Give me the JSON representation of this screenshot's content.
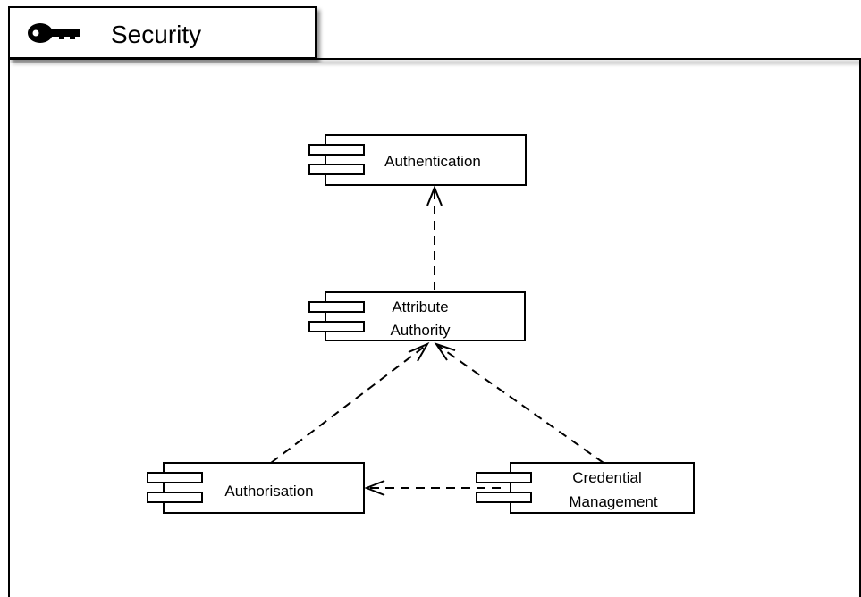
{
  "package": {
    "title": "Security",
    "icon": "key-icon"
  },
  "components": {
    "authentication": {
      "lines": [
        "Authentication"
      ]
    },
    "attribute_authority": {
      "lines": [
        "Attribute",
        "Authority"
      ]
    },
    "authorisation": {
      "lines": [
        "Authorisation"
      ]
    },
    "credential_management": {
      "lines": [
        "Credential",
        "Management"
      ]
    }
  },
  "dependencies": [
    {
      "from": "Attribute Authority",
      "to": "Authentication"
    },
    {
      "from": "Authorisation",
      "to": "Attribute Authority"
    },
    {
      "from": "Credential Management",
      "to": "Attribute Authority"
    },
    {
      "from": "Credential Management",
      "to": "Authorisation"
    }
  ]
}
